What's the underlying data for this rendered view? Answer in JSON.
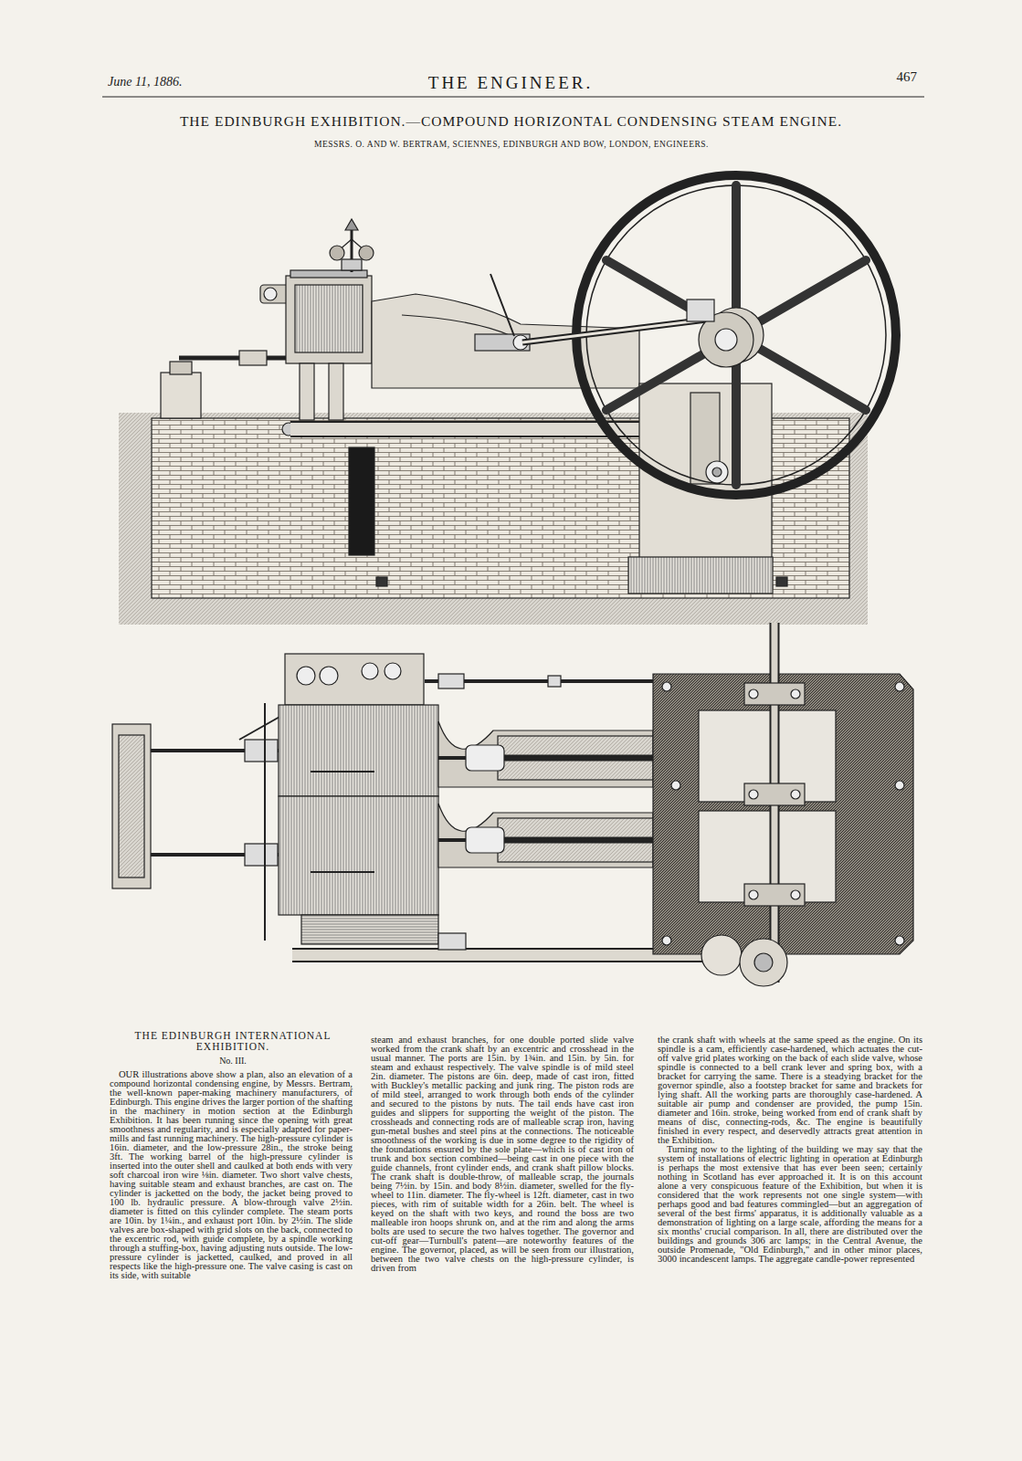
{
  "diagram": {
    "title": "THE EDINBURGH EXHIBITION.—COMPOUND HORIZONTAL CONDENSING STEAM ENGINE.",
    "labels": [
      "June 11, 1886.",
      "THE ENGINEER.",
      "467",
      "MESSRS. O. AND W. BERTRAM, SCIENNES, EDINBURGH AND BOW, LONDON, ENGINEERS.",
      "THE EDINBURGH INTERNATIONAL EXHIBITION.",
      "No. III.",
      "OUR illustrations above show a plan, also an elevation of a compound horizontal condensing engine, by Messrs. Bertram, the well-known paper-making machinery manufacturers, of Edinburgh. This engine drives the larger portion of the shafting in the machinery in motion section at the Edinburgh Exhibition. It has been running since the opening with great smoothness and regularity, and is especially adapted for paper-mills and fast running machinery. The high-pressure cylinder is 16in. diameter, and the low-pressure 28in., the stroke being 3ft. The working barrel of the high-pressure cylinder is inserted into the outer shell and caulked at both ends with very soft charcoal iron wire ⅛in. diameter. Two short valve chests, having suitable steam and exhaust branches, are cast on. The cylinder is jacketted on the body, the jacket being proved to 100 lb. hydraulic pressure. A blow-through valve 2½in. diameter is fitted on this cylinder complete. The steam ports are 10in. by 1¼in., and exhaust port 10in. by 2½in. The slide valves are box-shaped with grid slots on the back, connected to the excentric rod, with guide complete, by a spindle working through a stuffing-box, having adjusting nuts outside. The low-pressure cylinder is jacketted, caulked, and proved in all respects like the high-pressure one. The valve casing is cast on its side, with suitable",
      "steam and exhaust branches, for one double ported slide valve worked from the crank shaft by an excentric and crosshead in the usual manner. The ports are 15in. by 1¾in. and 15in. by 5in. for steam and exhaust respectively. The valve spindle is of mild steel 2in. diameter. The pistons are 6in. deep, made of cast iron, fitted with Buckley's metallic packing and junk ring. The piston rods are of mild steel, arranged to work through both ends of the cylinder and secured to the pistons by nuts. The tail ends have cast iron guides and slippers for supporting the weight of the piston. The crossheads and connecting rods are of malleable scrap iron, having gun-metal bushes and steel pins at the connections. The noticeable smoothness of the working is due in some degree to the rigidity of the foundations ensured by the sole plate—which is of cast iron of trunk and box section combined—being cast in one piece with the guide channels, front cylinder ends, and crank shaft pillow blocks. The crank shaft is double-throw, of malleable scrap, the journals being 7½in. by 15in. and body 8½in. diameter, swelled for the fly-wheel to 11in. diameter. The fly-wheel is 12ft. diameter, cast in two pieces, with rim of suitable width for a 26in. belt. The wheel is keyed on the shaft with two keys, and round the boss are two malleable iron hoops shrunk on, and at the rim and along the arms bolts are used to secure the two halves together. The governor and cut-off gear—Turnbull's patent—are noteworthy features of the engine. The governor, placed, as will be seen from our illustration, between the two valve chests on the high-pressure cylinder, is driven from",
      "the crank shaft with wheels at the same speed as the engine. On its spindle is a cam, efficiently case-hardened, which actuates the cut-off valve grid plates working on the back of each slide valve, whose spindle is connected to a bell crank lever and spring box, with a bracket for carrying the same. There is a steadying bracket for the governor spindle, also a footstep bracket for same and brackets for lying shaft. All the working parts are thoroughly case-hardened. A suitable air pump and condenser are provided, the pump 15in. diameter and 16in. stroke, being worked from end of crank shaft by means of disc, connecting-rods, &c. The engine is beautifully finished in every respect, and deservedly attracts great attention in the Exhibition.",
      "Turning now to the lighting of the building we may say that the system of installations of electric lighting in operation at Edinburgh is perhaps the most extensive that has ever been seen; certainly nothing in Scotland has ever approached it. It is on this account alone a very conspicuous feature of the Exhibition, but when it is considered that the work represents not one single system—with perhaps good and bad features commingled—but an aggregation of several of the best firms' apparatus, it is additionally valuable as a demonstration of lighting on a large scale, affording the means for a six months' crucial comparison. In all, there are distributed over the buildings and grounds 306 arc lamps; in the Central Avenue, the outside Promenade, \"Old Edinburgh,\" and in other minor places, 3000 incandescent lamps. The aggregate candle-power represented"
    ]
  }
}
